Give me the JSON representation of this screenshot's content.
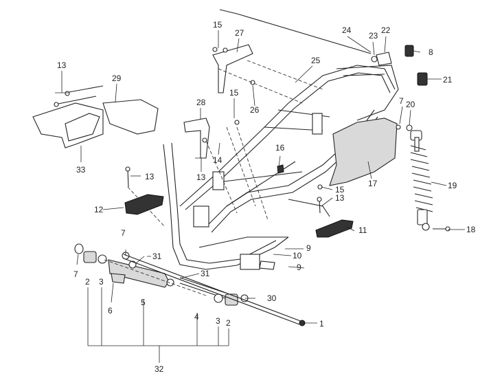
{
  "callouts": [
    "1",
    "2",
    "2",
    "3",
    "3",
    "4",
    "5",
    "6",
    "7",
    "7",
    "7",
    "8",
    "9",
    "9",
    "10",
    "11",
    "12",
    "13",
    "13",
    "13",
    "13",
    "14",
    "15",
    "15",
    "15",
    "16",
    "17",
    "18",
    "19",
    "20",
    "21",
    "22",
    "23",
    "24",
    "25",
    "26",
    "27",
    "28",
    "29",
    "30",
    "31",
    "31",
    "32",
    "33"
  ]
}
